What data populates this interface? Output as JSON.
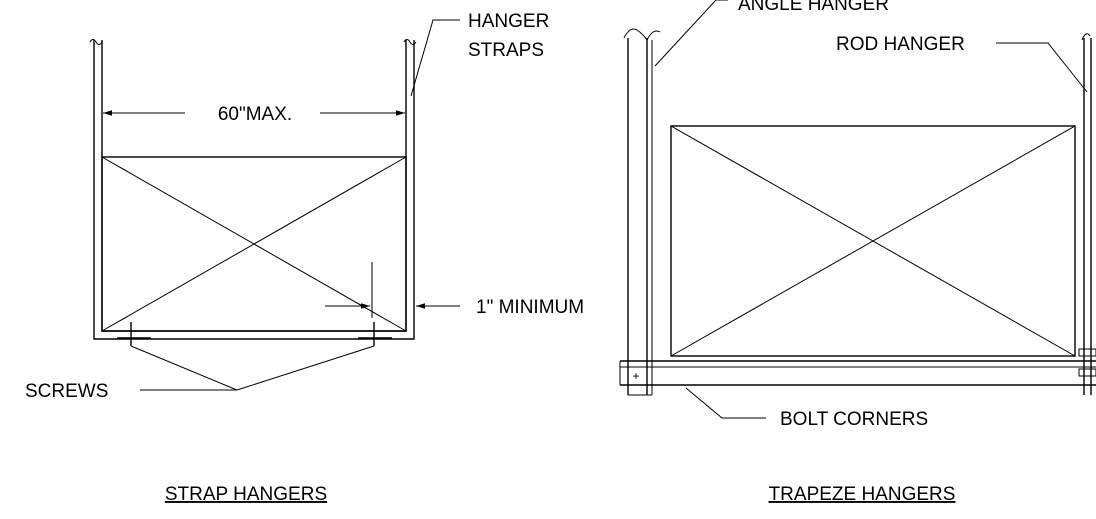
{
  "strap": {
    "title": "STRAP HANGERS",
    "labels": {
      "hanger_straps_line1": "HANGER",
      "hanger_straps_line2": "STRAPS",
      "max_width": "60\"MAX.",
      "minimum": "1\" MINIMUM",
      "screws": "SCREWS"
    }
  },
  "trapeze": {
    "title": "TRAPEZE HANGERS",
    "labels": {
      "angle_hanger": "ANGLE HANGER",
      "rod_hanger": "ROD HANGER",
      "bolt_corners": "BOLT CORNERS"
    }
  }
}
